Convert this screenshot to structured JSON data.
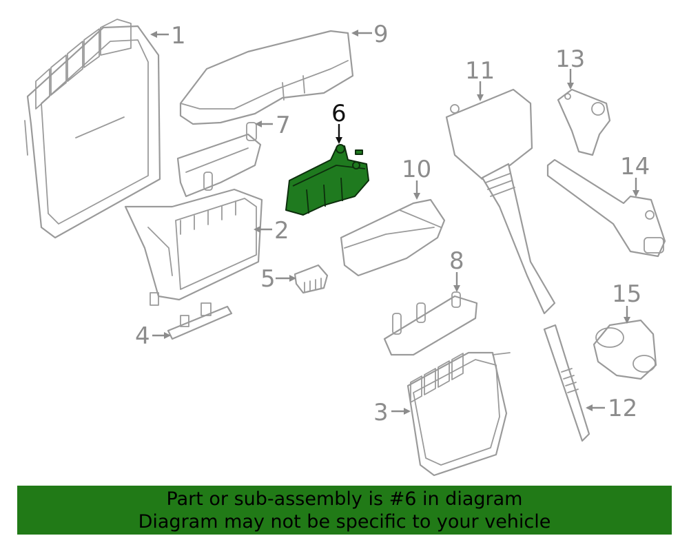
{
  "diagram": {
    "highlighted_part": "6",
    "callouts": [
      "1",
      "2",
      "3",
      "4",
      "5",
      "6",
      "7",
      "8",
      "9",
      "10",
      "11",
      "12",
      "13",
      "14",
      "15"
    ]
  },
  "banner": {
    "line1": "Part or sub-assembly is #6 in diagram",
    "line2": "Diagram may not be specific to your vehicle"
  },
  "colors": {
    "highlight": "#1f7a1f",
    "banner_bg": "#217a17",
    "line_art": "#9a9a9a"
  }
}
